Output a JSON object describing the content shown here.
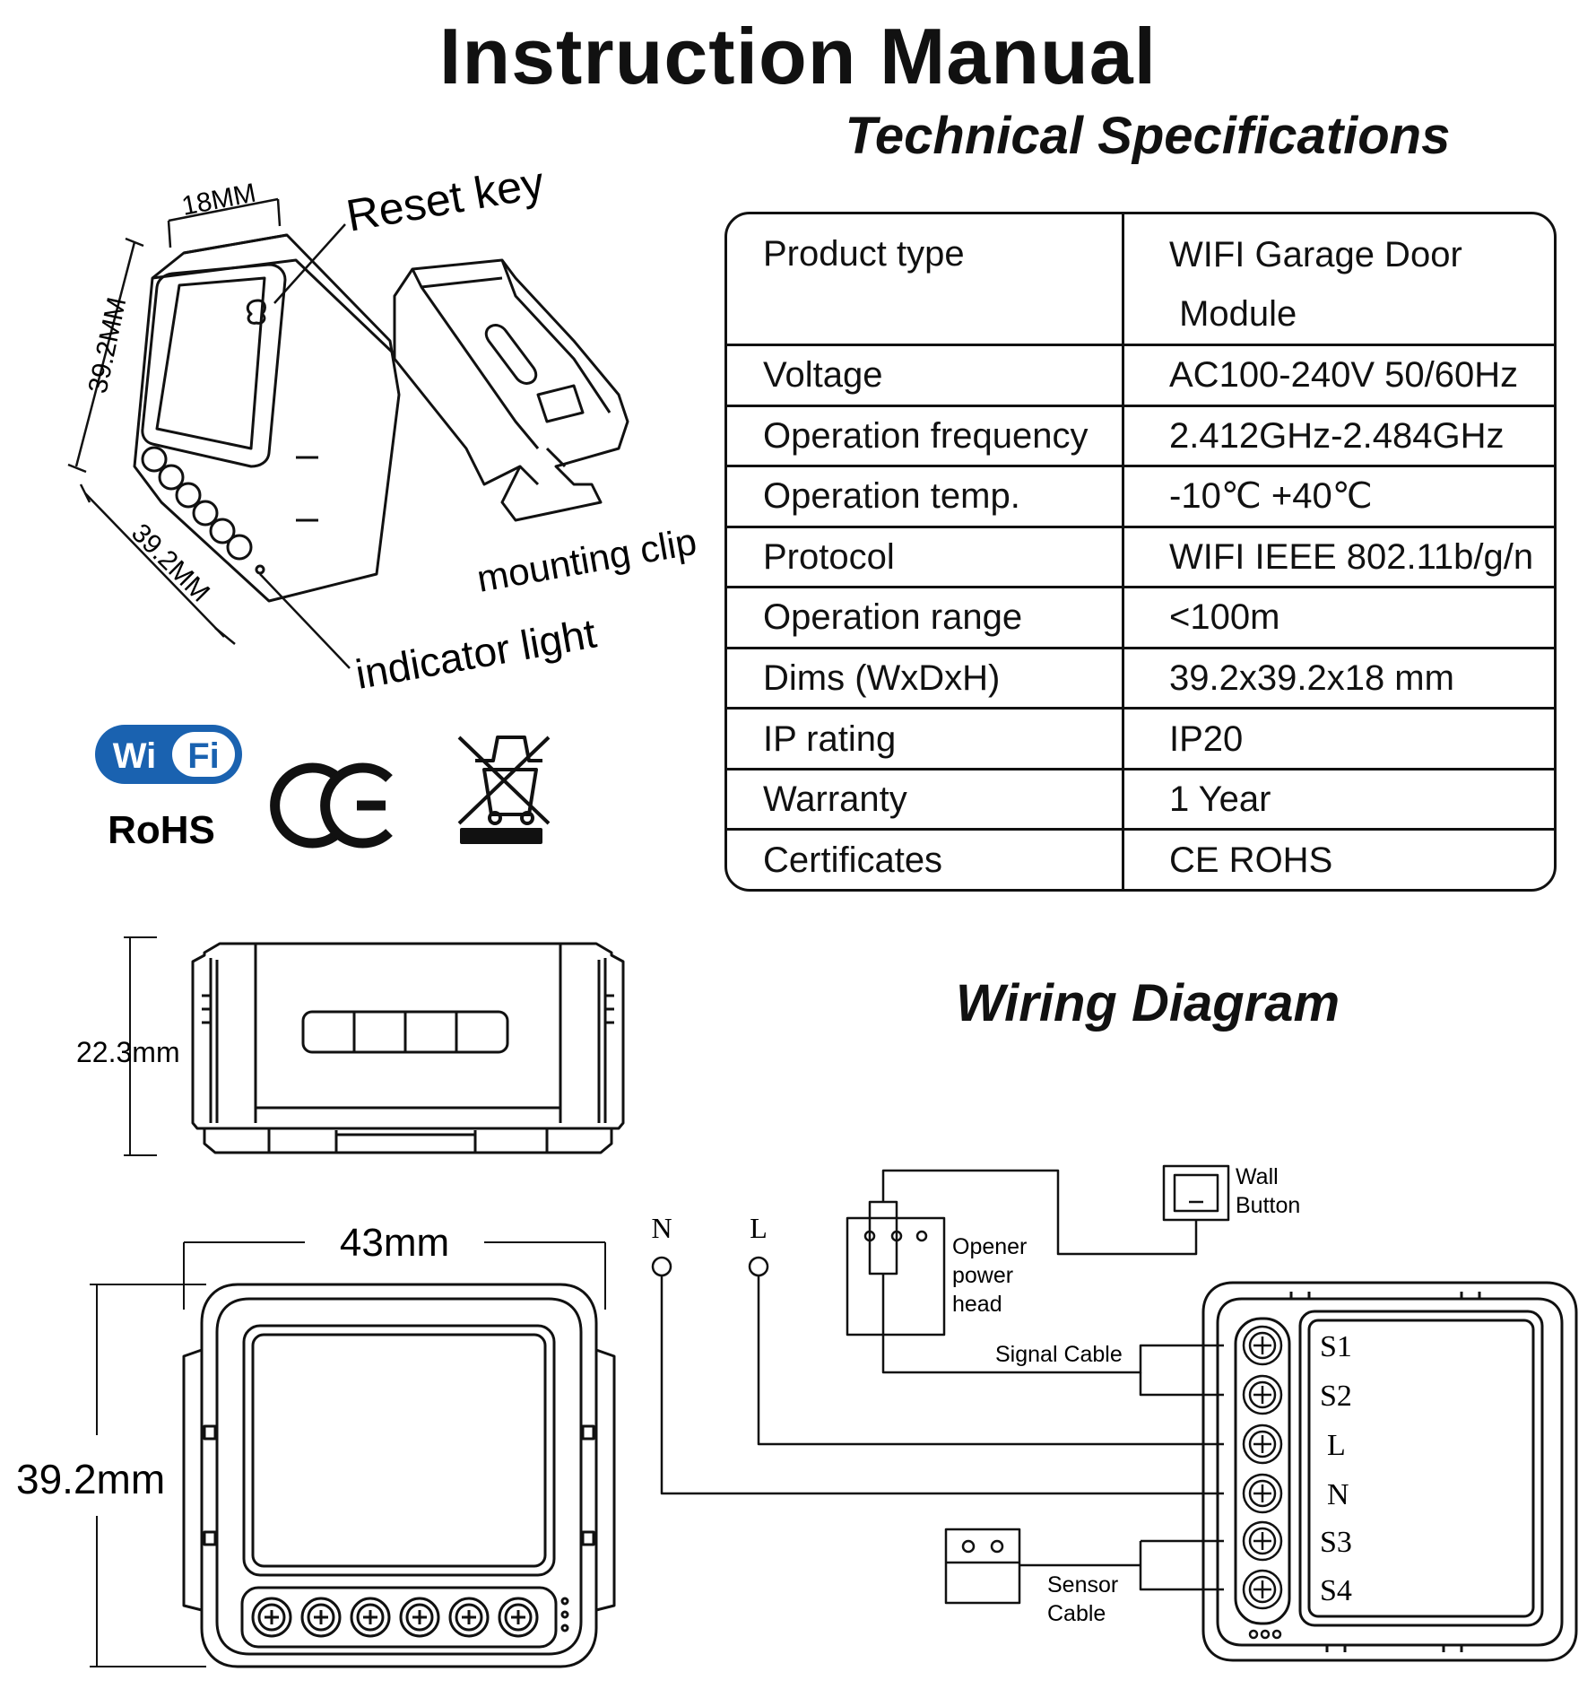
{
  "main_title": "Instruction Manual",
  "spec_title": "Technical Specifications",
  "wiring_title": "Wiring Diagram",
  "specs": [
    {
      "key": "Product type",
      "value": "WIFI Garage Door",
      "value2": " Module"
    },
    {
      "key": "Voltage",
      "value": "AC100-240V 50/60Hz"
    },
    {
      "key": "Operation frequency",
      "value": "2.412GHz-2.484GHz"
    },
    {
      "key": "Operation temp.",
      "value": "-10℃ +40℃"
    },
    {
      "key": "Protocol",
      "value": "WIFI IEEE 802.11b/g/n"
    },
    {
      "key": "Operation range",
      "value": "<100m"
    },
    {
      "key": "Dims (WxDxH)",
      "value": "39.2x39.2x18 mm"
    },
    {
      "key": "IP rating",
      "value": "IP20"
    },
    {
      "key": "Warranty",
      "value": "1 Year"
    },
    {
      "key": "Certificates",
      "value": "CE ROHS"
    }
  ],
  "device_labels": {
    "dim_top": "18MM",
    "dim_left": "39.2MM",
    "dim_bottom": "39.2MM",
    "reset_key": "Reset key",
    "mounting_clip": "mounting clip",
    "indicator_light": "indicator light"
  },
  "logos": {
    "wifi_left": "Wi",
    "wifi_right": "Fi",
    "rohs": "RoHS",
    "ce": "CE"
  },
  "side_view": {
    "height_label": "22.3mm"
  },
  "front_view": {
    "width_label": "43mm",
    "height_label": "39.2mm"
  },
  "wiring": {
    "N": "N",
    "L": "L",
    "opener_line1": "Opener",
    "opener_line2": "power",
    "opener_line3": "head",
    "wall_line1": "Wall",
    "wall_line2": "Button",
    "signal_cable": "Signal Cable",
    "sensor_line1": "Sensor",
    "sensor_line2": "Cable",
    "terminals": [
      "S1",
      "S2",
      "L",
      "N",
      "S3",
      "S4"
    ]
  },
  "colors": {
    "wifi_blue": "#1a62b0",
    "ink": "#111111"
  }
}
